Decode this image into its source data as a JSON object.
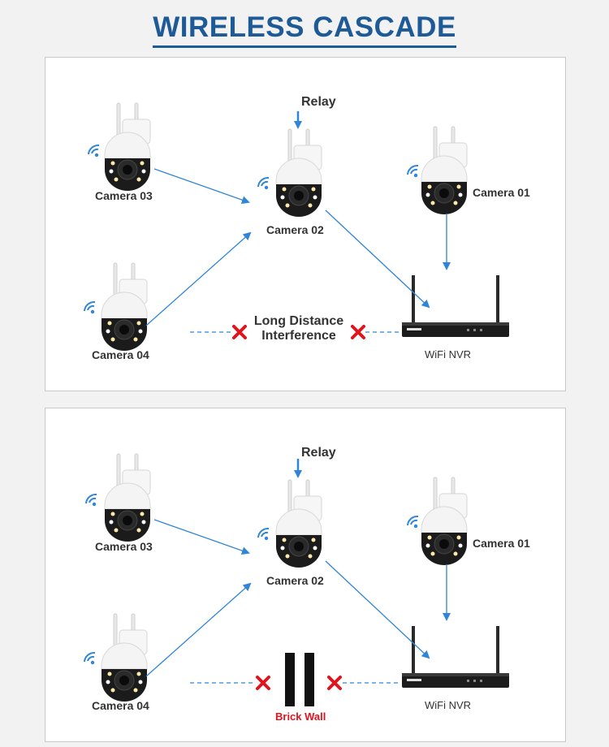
{
  "title": "WIRELESS CASCADE",
  "panels": [
    {
      "relay": "Relay",
      "camera_03": "Camera 03",
      "camera_02": "Camera 02",
      "camera_01": "Camera 01",
      "camera_04": "Camera 04",
      "nvr": "WiFi NVR",
      "obstacle_line1": "Long Distance",
      "obstacle_line2": "Interference"
    },
    {
      "relay": "Relay",
      "camera_03": "Camera 03",
      "camera_02": "Camera 02",
      "camera_01": "Camera 01",
      "camera_04": "Camera 04",
      "nvr": "WiFi NVR",
      "obstacle": "Brick Wall"
    }
  ],
  "colors": {
    "arrow": "#2f86d8",
    "title": "#1e5a96",
    "block": "#e0141e",
    "wall": "#111111"
  }
}
